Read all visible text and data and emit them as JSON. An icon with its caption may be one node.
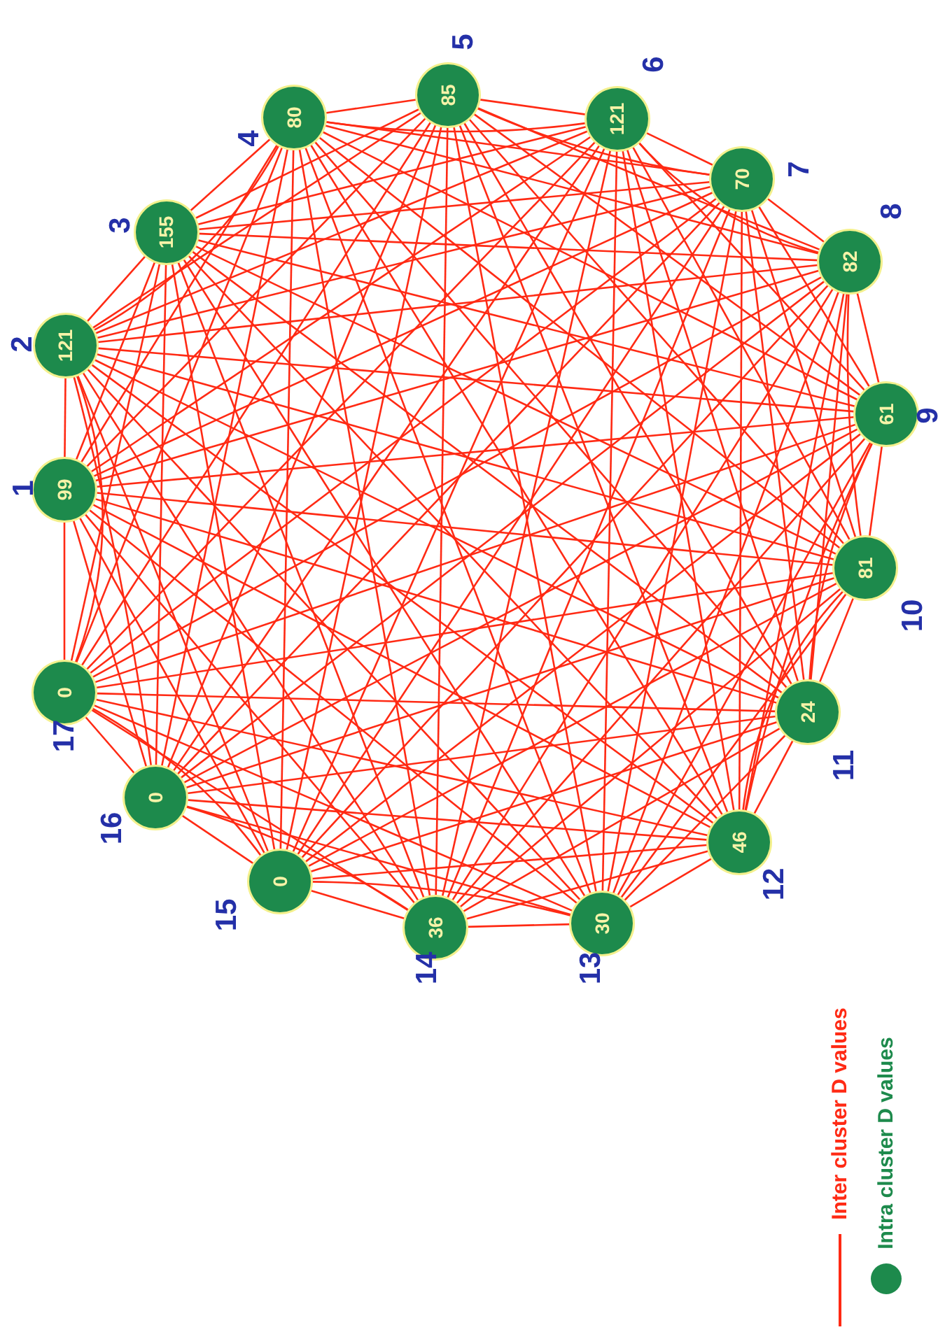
{
  "diagram": {
    "nodes": [
      {
        "text": [
          "99"
        ],
        "beside": [
          "1"
        ]
      },
      {
        "text": [
          "121"
        ],
        "beside": [
          "2"
        ]
      },
      {
        "text": [
          "155"
        ],
        "beside": [
          "3"
        ]
      },
      {
        "text": [
          "80"
        ],
        "beside": [
          "4"
        ]
      },
      {
        "text": [
          "85"
        ],
        "beside": [
          "5"
        ]
      },
      {
        "text": [
          "121"
        ],
        "beside": [
          "6"
        ]
      },
      {
        "text": [
          "70"
        ],
        "beside": [
          "7"
        ]
      },
      {
        "text": [
          "82"
        ],
        "beside": [
          "8"
        ]
      },
      {
        "text": [
          "61"
        ],
        "beside": [
          "9"
        ]
      },
      {
        "text": [
          "81"
        ],
        "beside": [
          "10"
        ]
      },
      {
        "text": [
          "24"
        ],
        "beside": [
          "11"
        ]
      },
      {
        "text": [
          "46"
        ],
        "beside": [
          "12"
        ]
      },
      {
        "text": [
          "30"
        ],
        "beside": [
          "13"
        ]
      },
      {
        "text": [
          "36"
        ],
        "beside": [
          "14"
        ]
      },
      {
        "text": [
          "0"
        ],
        "beside": [
          "15"
        ]
      },
      {
        "text": [
          "0"
        ],
        "beside": [
          "16"
        ]
      },
      {
        "text": [
          "0"
        ],
        "beside": [
          "17"
        ]
      }
    ],
    "edges": [
      {
        "from": 0,
        "to": 1,
        "arrow": "none"
      },
      {
        "from": 0,
        "to": 2,
        "arrow": "none"
      },
      {
        "from": 0,
        "to": 3,
        "arrow": "none"
      },
      {
        "from": 0,
        "to": 4,
        "arrow": "none"
      },
      {
        "from": 0,
        "to": 5,
        "arrow": "none"
      },
      {
        "from": 0,
        "to": 6,
        "arrow": "none"
      },
      {
        "from": 0,
        "to": 7,
        "arrow": "none"
      },
      {
        "from": 0,
        "to": 8,
        "arrow": "none"
      },
      {
        "from": 0,
        "to": 9,
        "arrow": "none"
      },
      {
        "from": 0,
        "to": 10,
        "arrow": "none"
      },
      {
        "from": 0,
        "to": 11,
        "arrow": "none"
      },
      {
        "from": 0,
        "to": 12,
        "arrow": "none"
      },
      {
        "from": 0,
        "to": 13,
        "arrow": "none"
      },
      {
        "from": 0,
        "to": 14,
        "arrow": "none"
      },
      {
        "from": 0,
        "to": 15,
        "arrow": "none"
      },
      {
        "from": 0,
        "to": 16,
        "arrow": "none"
      },
      {
        "from": 1,
        "to": 2,
        "arrow": "none"
      },
      {
        "from": 1,
        "to": 3,
        "arrow": "none"
      },
      {
        "from": 1,
        "to": 4,
        "arrow": "none"
      },
      {
        "from": 1,
        "to": 5,
        "arrow": "none"
      },
      {
        "from": 1,
        "to": 6,
        "arrow": "none"
      },
      {
        "from": 1,
        "to": 7,
        "arrow": "none"
      },
      {
        "from": 1,
        "to": 8,
        "arrow": "none"
      },
      {
        "from": 1,
        "to": 9,
        "arrow": "none"
      },
      {
        "from": 1,
        "to": 10,
        "arrow": "none"
      },
      {
        "from": 1,
        "to": 11,
        "arrow": "none"
      },
      {
        "from": 1,
        "to": 12,
        "arrow": "none"
      },
      {
        "from": 1,
        "to": 13,
        "arrow": "none"
      },
      {
        "from": 1,
        "to": 14,
        "arrow": "none"
      },
      {
        "from": 1,
        "to": 15,
        "arrow": "none"
      },
      {
        "from": 1,
        "to": 16,
        "arrow": "none"
      },
      {
        "from": 2,
        "to": 3,
        "arrow": "none"
      },
      {
        "from": 2,
        "to": 4,
        "arrow": "none"
      },
      {
        "from": 2,
        "to": 5,
        "arrow": "none"
      },
      {
        "from": 2,
        "to": 6,
        "arrow": "none"
      },
      {
        "from": 2,
        "to": 7,
        "arrow": "none"
      },
      {
        "from": 2,
        "to": 8,
        "arrow": "none"
      },
      {
        "from": 2,
        "to": 9,
        "arrow": "none"
      },
      {
        "from": 2,
        "to": 10,
        "arrow": "none"
      },
      {
        "from": 2,
        "to": 11,
        "arrow": "none"
      },
      {
        "from": 2,
        "to": 12,
        "arrow": "none"
      },
      {
        "from": 2,
        "to": 13,
        "arrow": "none"
      },
      {
        "from": 2,
        "to": 14,
        "arrow": "none"
      },
      {
        "from": 2,
        "to": 15,
        "arrow": "none"
      },
      {
        "from": 2,
        "to": 16,
        "arrow": "none"
      },
      {
        "from": 3,
        "to": 4,
        "arrow": "none"
      },
      {
        "from": 3,
        "to": 5,
        "arrow": "none"
      },
      {
        "from": 3,
        "to": 6,
        "arrow": "none"
      },
      {
        "from": 3,
        "to": 7,
        "arrow": "none"
      },
      {
        "from": 3,
        "to": 8,
        "arrow": "none"
      },
      {
        "from": 3,
        "to": 9,
        "arrow": "none"
      },
      {
        "from": 3,
        "to": 10,
        "arrow": "none"
      },
      {
        "from": 3,
        "to": 11,
        "arrow": "none"
      },
      {
        "from": 3,
        "to": 12,
        "arrow": "none"
      },
      {
        "from": 3,
        "to": 13,
        "arrow": "none"
      },
      {
        "from": 3,
        "to": 14,
        "arrow": "none"
      },
      {
        "from": 3,
        "to": 15,
        "arrow": "none"
      },
      {
        "from": 3,
        "to": 16,
        "arrow": "none"
      },
      {
        "from": 4,
        "to": 5,
        "arrow": "none"
      },
      {
        "from": 4,
        "to": 6,
        "arrow": "none"
      },
      {
        "from": 4,
        "to": 7,
        "arrow": "none"
      },
      {
        "from": 4,
        "to": 8,
        "arrow": "none"
      },
      {
        "from": 4,
        "to": 9,
        "arrow": "none"
      },
      {
        "from": 4,
        "to": 10,
        "arrow": "none"
      },
      {
        "from": 4,
        "to": 11,
        "arrow": "none"
      },
      {
        "from": 4,
        "to": 12,
        "arrow": "none"
      },
      {
        "from": 4,
        "to": 13,
        "arrow": "none"
      },
      {
        "from": 4,
        "to": 14,
        "arrow": "none"
      },
      {
        "from": 4,
        "to": 15,
        "arrow": "none"
      },
      {
        "from": 4,
        "to": 16,
        "arrow": "none"
      },
      {
        "from": 5,
        "to": 6,
        "arrow": "none"
      },
      {
        "from": 5,
        "to": 7,
        "arrow": "none"
      },
      {
        "from": 5,
        "to": 8,
        "arrow": "none"
      },
      {
        "from": 5,
        "to": 9,
        "arrow": "none"
      },
      {
        "from": 5,
        "to": 10,
        "arrow": "none"
      },
      {
        "from": 5,
        "to": 11,
        "arrow": "none"
      },
      {
        "from": 5,
        "to": 12,
        "arrow": "none"
      },
      {
        "from": 5,
        "to": 13,
        "arrow": "none"
      },
      {
        "from": 5,
        "to": 14,
        "arrow": "none"
      },
      {
        "from": 5,
        "to": 15,
        "arrow": "none"
      },
      {
        "from": 5,
        "to": 16,
        "arrow": "none"
      },
      {
        "from": 6,
        "to": 7,
        "arrow": "none"
      },
      {
        "from": 6,
        "to": 8,
        "arrow": "none"
      },
      {
        "from": 6,
        "to": 9,
        "arrow": "none"
      },
      {
        "from": 6,
        "to": 10,
        "arrow": "none"
      },
      {
        "from": 6,
        "to": 11,
        "arrow": "none"
      },
      {
        "from": 6,
        "to": 12,
        "arrow": "none"
      },
      {
        "from": 6,
        "to": 13,
        "arrow": "none"
      },
      {
        "from": 6,
        "to": 14,
        "arrow": "none"
      },
      {
        "from": 6,
        "to": 15,
        "arrow": "none"
      },
      {
        "from": 6,
        "to": 16,
        "arrow": "none"
      },
      {
        "from": 7,
        "to": 8,
        "arrow": "none"
      },
      {
        "from": 7,
        "to": 9,
        "arrow": "none"
      },
      {
        "from": 7,
        "to": 10,
        "arrow": "none"
      },
      {
        "from": 7,
        "to": 11,
        "arrow": "none"
      },
      {
        "from": 7,
        "to": 12,
        "arrow": "none"
      },
      {
        "from": 7,
        "to": 13,
        "arrow": "none"
      },
      {
        "from": 7,
        "to": 14,
        "arrow": "none"
      },
      {
        "from": 7,
        "to": 15,
        "arrow": "none"
      },
      {
        "from": 7,
        "to": 16,
        "arrow": "none"
      },
      {
        "from": 8,
        "to": 9,
        "arrow": "none"
      },
      {
        "from": 8,
        "to": 10,
        "arrow": "none"
      },
      {
        "from": 8,
        "to": 11,
        "arrow": "none"
      },
      {
        "from": 8,
        "to": 12,
        "arrow": "none"
      },
      {
        "from": 8,
        "to": 13,
        "arrow": "none"
      },
      {
        "from": 8,
        "to": 14,
        "arrow": "none"
      },
      {
        "from": 8,
        "to": 15,
        "arrow": "none"
      },
      {
        "from": 8,
        "to": 16,
        "arrow": "none"
      },
      {
        "from": 9,
        "to": 10,
        "arrow": "none"
      },
      {
        "from": 9,
        "to": 11,
        "arrow": "none"
      },
      {
        "from": 9,
        "to": 12,
        "arrow": "none"
      },
      {
        "from": 9,
        "to": 13,
        "arrow": "none"
      },
      {
        "from": 9,
        "to": 14,
        "arrow": "none"
      },
      {
        "from": 9,
        "to": 15,
        "arrow": "none"
      },
      {
        "from": 9,
        "to": 16,
        "arrow": "none"
      },
      {
        "from": 10,
        "to": 11,
        "arrow": "none"
      },
      {
        "from": 10,
        "to": 12,
        "arrow": "none"
      },
      {
        "from": 10,
        "to": 13,
        "arrow": "none"
      },
      {
        "from": 10,
        "to": 14,
        "arrow": "none"
      },
      {
        "from": 10,
        "to": 15,
        "arrow": "none"
      },
      {
        "from": 10,
        "to": 16,
        "arrow": "none"
      },
      {
        "from": 11,
        "to": 12,
        "arrow": "none"
      },
      {
        "from": 11,
        "to": 13,
        "arrow": "none"
      },
      {
        "from": 11,
        "to": 14,
        "arrow": "none"
      },
      {
        "from": 11,
        "to": 15,
        "arrow": "none"
      },
      {
        "from": 11,
        "to": 16,
        "arrow": "none"
      },
      {
        "from": 12,
        "to": 13,
        "arrow": "none"
      },
      {
        "from": 12,
        "to": 14,
        "arrow": "none"
      },
      {
        "from": 12,
        "to": 15,
        "arrow": "none"
      },
      {
        "from": 12,
        "to": 16,
        "arrow": "none"
      },
      {
        "from": 13,
        "to": 14,
        "arrow": "none"
      },
      {
        "from": 13,
        "to": 15,
        "arrow": "none"
      },
      {
        "from": 13,
        "to": 16,
        "arrow": "none"
      },
      {
        "from": 14,
        "to": 15,
        "arrow": "none"
      },
      {
        "from": 14,
        "to": 16,
        "arrow": "none"
      },
      {
        "from": 15,
        "to": 16,
        "arrow": "none"
      }
    ],
    "legend": [
      {
        "text": "Inter cluster D values"
      },
      {
        "text": "Intra cluster D values",
        "color": "#1d8a4c"
      }
    ]
  }
}
